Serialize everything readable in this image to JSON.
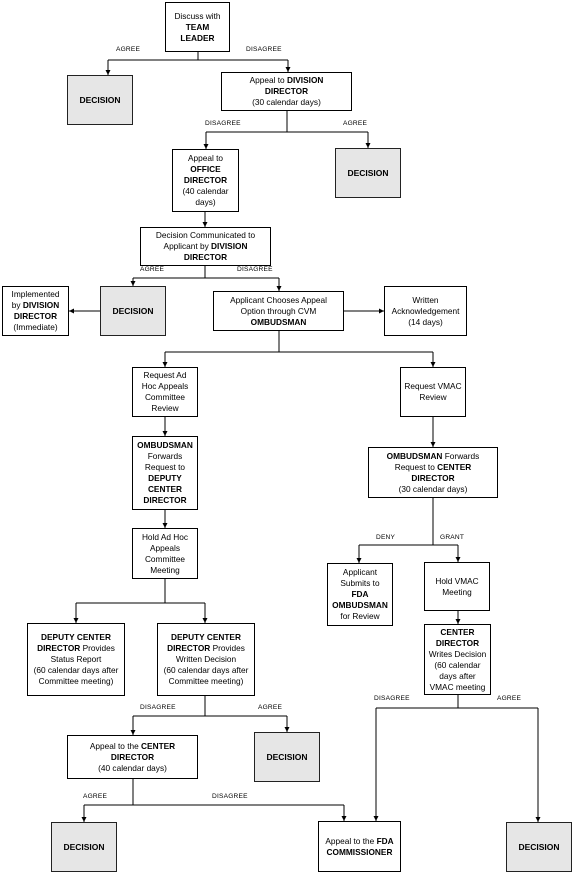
{
  "nodes": {
    "discuss": {
      "parts": [
        [
          "Discuss with\n",
          false
        ],
        [
          "TEAM\nLEADER",
          true
        ]
      ]
    },
    "decision_1": {
      "parts": [
        [
          "DECISION",
          true
        ]
      ]
    },
    "division_appeal": {
      "parts": [
        [
          "Appeal to ",
          false
        ],
        [
          "DIVISION\nDIRECTOR",
          true
        ],
        [
          "\n(30 calendar days)",
          false
        ]
      ]
    },
    "decision_2": {
      "parts": [
        [
          "DECISION",
          true
        ]
      ]
    },
    "office_appeal": {
      "parts": [
        [
          "Appeal to\n",
          false
        ],
        [
          "OFFICE\nDIRECTOR",
          true
        ],
        [
          "\n(40 calendar\ndays)",
          false
        ]
      ]
    },
    "decision_communicated": {
      "parts": [
        [
          "Decision Communicated to\nApplicant by ",
          false
        ],
        [
          "DIVISION\nDIRECTOR",
          true
        ]
      ]
    },
    "implemented": {
      "parts": [
        [
          "Implemented\nby ",
          false
        ],
        [
          "DIVISION\nDIRECTOR",
          true
        ],
        [
          "\n(Immediate)",
          false
        ]
      ]
    },
    "decision_3": {
      "parts": [
        [
          "DECISION",
          true
        ]
      ]
    },
    "chooses_option": {
      "parts": [
        [
          "Applicant Chooses Appeal\nOption through CVM\n",
          false
        ],
        [
          "OMBUDSMAN",
          true
        ]
      ]
    },
    "written_ack": {
      "parts": [
        [
          "Written\nAcknowledgement\n(14 days)",
          false
        ]
      ]
    },
    "adhoc_request": {
      "parts": [
        [
          "Request Ad\nHoc Appeals\nCommittee\nReview",
          false
        ]
      ]
    },
    "vmac_request": {
      "parts": [
        [
          "Request VMAC\nReview",
          false
        ]
      ]
    },
    "ombudsman_deputy": {
      "parts": [
        [
          "OMBUDSMAN",
          true
        ],
        [
          "\nForwards\nRequest to\n",
          false
        ],
        [
          "DEPUTY\nCENTER\nDIRECTOR",
          true
        ]
      ]
    },
    "ombudsman_center": {
      "parts": [
        [
          "OMBUDSMAN",
          true
        ],
        [
          " Forwards\nRequest to ",
          false
        ],
        [
          "CENTER\nDIRECTOR",
          true
        ],
        [
          "\n(30 calendar days)",
          false
        ]
      ]
    },
    "hold_adhoc": {
      "parts": [
        [
          "Hold Ad Hoc\nAppeals\nCommittee\nMeeting",
          false
        ]
      ]
    },
    "submits_fda": {
      "parts": [
        [
          "Applicant\nSubmits to\n",
          false
        ],
        [
          "FDA\nOMBUDSMAN",
          true
        ],
        [
          "\nfor Review",
          false
        ]
      ]
    },
    "hold_vmac": {
      "parts": [
        [
          "Hold VMAC\nMeeting",
          false
        ]
      ]
    },
    "deputy_status": {
      "parts": [
        [
          "DEPUTY CENTER\nDIRECTOR",
          true
        ],
        [
          " Provides\nStatus Report\n(60 calendar days after\nCommittee meeting)",
          false
        ]
      ]
    },
    "deputy_written": {
      "parts": [
        [
          "DEPUTY CENTER\nDIRECTOR",
          true
        ],
        [
          " Provides\nWritten Decision\n(60 calendar days after\nCommittee meeting)",
          false
        ]
      ]
    },
    "center_writes": {
      "parts": [
        [
          "CENTER\nDIRECTOR",
          true
        ],
        [
          "\nWrites Decision\n(60 calendar\ndays after\nVMAC meeting",
          false
        ]
      ]
    },
    "center_appeal": {
      "parts": [
        [
          "Appeal to the ",
          false
        ],
        [
          "CENTER\nDIRECTOR",
          true
        ],
        [
          "\n(40 calendar days)",
          false
        ]
      ]
    },
    "decision_4": {
      "parts": [
        [
          "DECISION",
          true
        ]
      ]
    },
    "decision_5": {
      "parts": [
        [
          "DECISION",
          true
        ]
      ]
    },
    "fda_commissioner": {
      "parts": [
        [
          "Appeal to the ",
          false
        ],
        [
          "FDA\nCOMMISSIONER",
          true
        ]
      ]
    },
    "decision_6": {
      "parts": [
        [
          "DECISION",
          true
        ]
      ]
    }
  },
  "edge_labels": {
    "agree_1": "AGREE",
    "disagree_1": "DISAGREE",
    "disagree_2": "DISAGREE",
    "agree_2": "AGREE",
    "agree_3": "AGREE",
    "disagree_3": "DISAGREE",
    "deny": "DENY",
    "grant": "GRANT",
    "disagree_4": "DISAGREE",
    "agree_4": "AGREE",
    "disagree_5": "DISAGREE",
    "agree_5": "AGREE",
    "agree_6": "AGREE",
    "disagree_6": "DISAGREE"
  },
  "colors": {
    "line": "#000000",
    "decision_fill": "#e6e6e6",
    "node_border": "#000000"
  }
}
